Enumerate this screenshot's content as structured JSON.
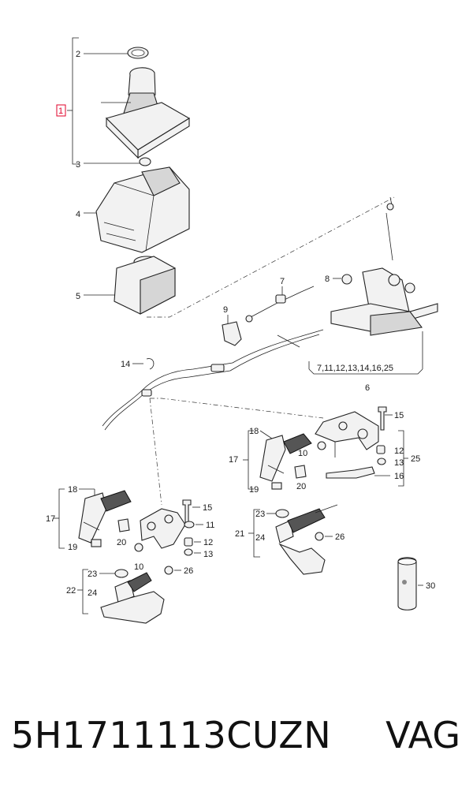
{
  "callouts": {
    "c1": "1",
    "c2": "2",
    "c3": "3",
    "c4": "4",
    "c5": "5",
    "c6": "6",
    "c6_list": "7,11,12,13,14,16,25",
    "c7": "7",
    "c8": "8",
    "c9": "9",
    "c14": "14",
    "r_c15": "15",
    "r_c12": "12",
    "r_c13": "13",
    "r_c25": "25",
    "r_c16": "16",
    "r_c18": "18",
    "r_c17": "17",
    "r_c10": "10",
    "r_c20": "20",
    "r_c19": "19",
    "r_c23": "23",
    "r_c21": "21",
    "r_c24": "24",
    "r_c26": "26",
    "l_c18": "18",
    "l_c17": "17",
    "l_c20": "20",
    "l_c19": "19",
    "l_c10": "10",
    "l_c15": "15",
    "l_c11": "11",
    "l_c12": "12",
    "l_c13": "13",
    "l_c23": "23",
    "l_c26": "26",
    "l_c22": "22",
    "l_c24": "24",
    "c30": "30"
  },
  "footer": {
    "part_number": "5H1711113CUZN",
    "brand": "VAG"
  },
  "colors": {
    "highlight": "#e0002a",
    "ink": "#222222"
  }
}
